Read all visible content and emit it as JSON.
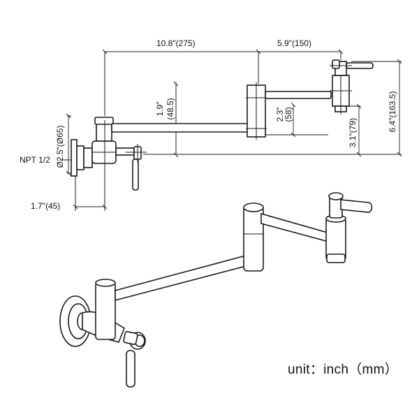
{
  "dimensions": {
    "top_length": "10.8\"(275)",
    "right_length": "5.9\"(150)",
    "flange_diameter": "Ø2.5\"(Ø65)",
    "thread": "NPT 1/2",
    "wall_offset": "1.7\"(45)",
    "vertical_rise_in": "1.9\"",
    "vertical_rise_mm": "(48.5)",
    "spout_drop_in": "2.3\"",
    "spout_drop_mm": "(58)",
    "outlet_height": "3.1\"(79)",
    "total_height": "6.4\"(163.5)"
  },
  "unit_label": "unit：inch（mm）"
}
